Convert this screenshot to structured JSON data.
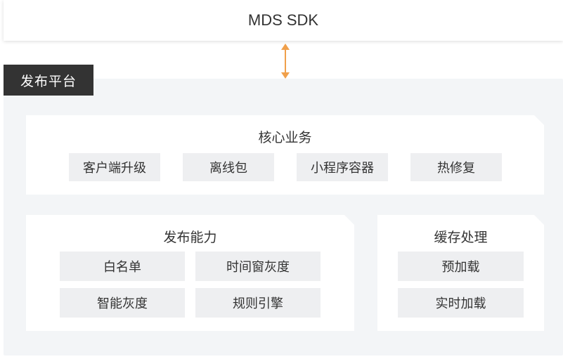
{
  "sdk": {
    "label": "MDS SDK"
  },
  "platform": {
    "tag": "发布平台"
  },
  "core": {
    "title": "核心业务",
    "items": [
      "客户端升级",
      "离线包",
      "小程序容器",
      "热修复"
    ]
  },
  "release": {
    "title": "发布能力",
    "items": [
      "白名单",
      "时间窗灰度",
      "智能灰度",
      "规则引擎"
    ]
  },
  "cache": {
    "title": "缓存处理",
    "items": [
      "预加载",
      "实时加载"
    ]
  },
  "colors": {
    "arrow": "#f0a04b",
    "tag_bg": "#333333",
    "platform_bg": "#f3f5f7",
    "chip_bg": "#eeeff1"
  }
}
